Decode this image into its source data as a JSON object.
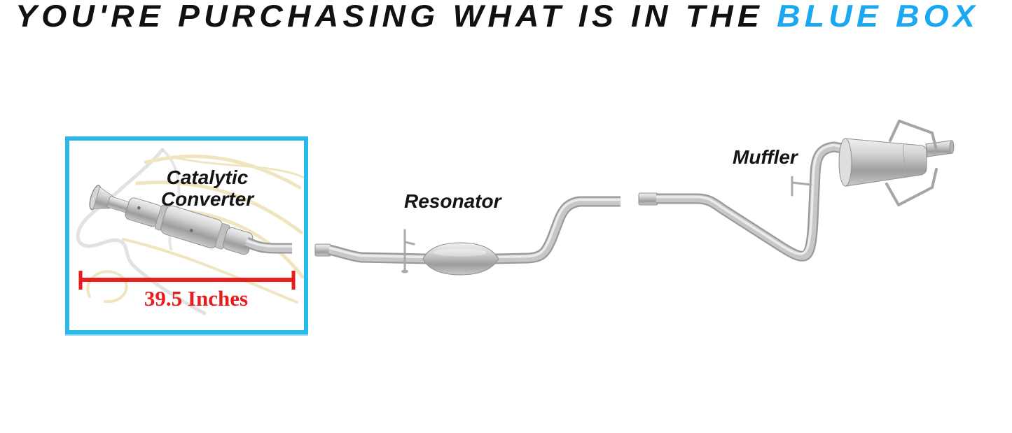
{
  "headline": {
    "prefix": "YOU'RE PURCHASING WHAT IS IN THE ",
    "highlight": "BLUE BOX"
  },
  "blue_box": {
    "part_label": "Catalytic\nConverter",
    "measurement_label": "39.5 Inches"
  },
  "parts": {
    "resonator_label": "Resonator",
    "muffler_label": "Muffler"
  },
  "illustration_names": [
    "catalytic-converter-illustration",
    "resonator-illustration",
    "muffler-illustration",
    "horse-watermark"
  ],
  "colors": {
    "headline_text": "#111111",
    "headline_highlight": "#1aa8f0",
    "box_border": "#29b9ea",
    "measurement_red": "#e81d1d",
    "pipe_gray": "#b5b5b5",
    "watermark_gold": "#e7d08c",
    "background": "#ffffff"
  }
}
